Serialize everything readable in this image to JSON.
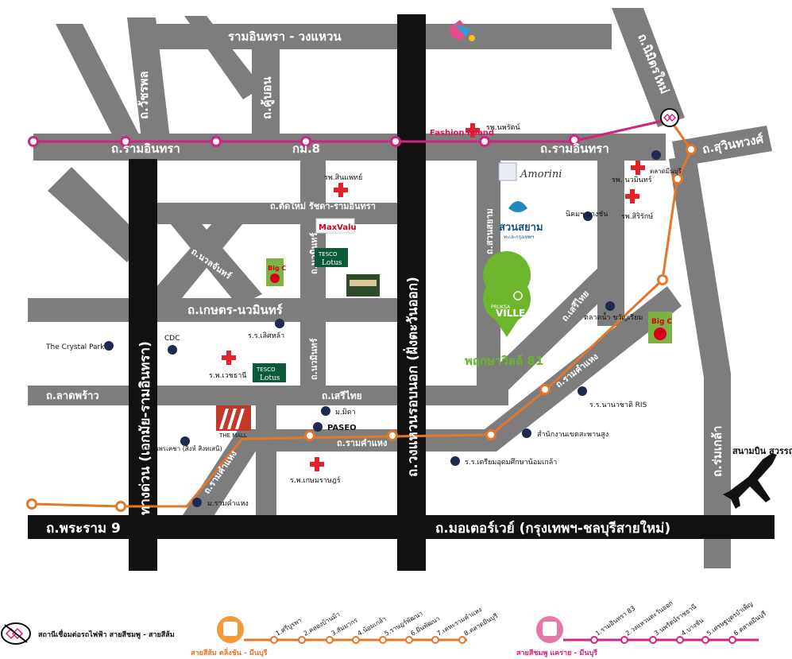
{
  "roads": {
    "ram_inthra_wongwaen": "รามอินทรา - วงแหวน",
    "wachiraphon": "ถ.วัชรพล",
    "khu_bon": "ถ.คู้บอน",
    "ram_inthra_left": "ถ.รามอินทรา",
    "km8": "กม.8",
    "ram_inthra_right": "ถ.รามอินทรา",
    "nimit_mai": "ถ.นิมิตรใหม่",
    "suwinthawong": "ถ.สุวินทวงศ์",
    "tat_mai": "ถ.ตัดใหม่ รัชดา-รามอินทรา",
    "nuanchan": "ถ.นวลจันทร์",
    "nawamin_1": "ถ.นวมินทร์",
    "nawamin_2": "ถ.นวมินทร์",
    "kaset_nawamin": "ถ.เกษตร-นวมินทร์",
    "suan_siam": "ถ.สวนสยาม",
    "seri_thai_diag": "ถ.เสรีไทย",
    "lat_phrao": "ถ.ลาดพร้าว",
    "seri_thai": "ถ.เสรีไทย",
    "ram_khamhaeng_mid": "ถ.รามคำแหง",
    "ram_khamhaeng_diag": "ถ.รามคำแหง",
    "ram_khamhaeng_left": "ถ.รามคำแหง",
    "rom_klao": "ถ.ร่มเกล้า",
    "expressway": "ทางด่วน (เอกมัย-รามอินทรา)",
    "outer_ring": "ถ.วงแหวนรอบนอก (ฝั่งตะวันออก)",
    "rama9": "ถ.พระราม 9",
    "motorway": "ถ.มอเตอร์เวย์ (กรุงเทพฯ-ชลบุรีสายใหม่)"
  },
  "places": {
    "hosp_nopparat": "รพ.นพรัตน์",
    "hosp_sinphaet": "รพ.สินแพทย์",
    "hosp_nawamin": "รพ. นวมินทร์",
    "hosp_serirak": "รพ.สิริรักษ์",
    "hosp_vejthani": "ร.พ.เวชธานี",
    "hosp_ramkhamhaeng": "ร.พ.เกษมราษฎร์",
    "talat_minburi": "ตลาดมีนบุรี",
    "nimit_bangchan": "นิคมฯ บางชัน",
    "talat_khwan": "ตลาดน้ำ ขวัญเรียม",
    "school_sitthi": "ร.ร.เลิศหล้า",
    "crystal_park": "The Crystal Park",
    "cdc": "CDC",
    "mahidol": "ม.มิดา",
    "paseo": "PASEO",
    "nanachat": "ร.ร.นานาชาติ RIS",
    "khet_office": "สำนักงานเขตสะพานสูง",
    "school_triam": "ร.ร.เตรียมอุดมศึกษาน้อมเกล้า",
    "school_sarasas": "ร.ร.นลินพรเคชา (สิงห์ สิงหเสนี)",
    "ramkhamhaeng_uni": "ม.รามคำแหง",
    "the_mall": "THE MALL",
    "pruksa_ville": "พฤกษาวิลล์ 81",
    "pruksa_logo": "VILLE",
    "pruksa_logo_top": "PRUKSA",
    "amorini": "Amorini",
    "suan_siam_logo": "สวนสยาม",
    "suan_siam_sub": "ทะเล-กรุงเทพฯ",
    "fashion_island": "Fashion Island",
    "maxvalu": "MaxValu",
    "tesco1": "TESCO",
    "lotus1": "Lotus",
    "tesco2": "TESCO",
    "lotus2": "Lotus",
    "bigc": "Big C",
    "bigc2": "Big C",
    "airport": "สนามบิน สุวรรณภูมิ"
  },
  "legend": {
    "interchange": "สถานีเชื่อมต่อรถไฟฟ้า สายสีชมพู - สายสีส้ม",
    "orange_line": "สายสีส้ม ตลิ่งชัน - มีนบุรี",
    "pink_line": "สายสีชมพู แคราย - มีนบุรี",
    "orange_stations": [
      "1.ศรีบูรพา",
      "2.คลองบ้านม้า",
      "3.สัมมากร",
      "4.น้อมเกล้า",
      "5.ราษฎร์พัฒนา",
      "6.มีนพัฒนา",
      "7.เคหะรามคำแหง",
      "8.ตลาดมีนบุรี"
    ],
    "pink_stations": [
      "1.รามอินทรา 83",
      "2.วงแหวนตะวันออก",
      "3.นพรัตน์ราชธานี",
      "4.บางชัน",
      "5.เศรษฐบุตรบำเพ็ญ",
      "6.ตลาดมีนบุรี"
    ]
  },
  "colors": {
    "road": "#7d7d7d",
    "major_road": "#111111",
    "pink_line": "#d1237f",
    "orange_line": "#e2762b",
    "hospital": "#e4202a",
    "school_dot": "#1f2a4f",
    "pruksa_green": "#6cb52d"
  }
}
